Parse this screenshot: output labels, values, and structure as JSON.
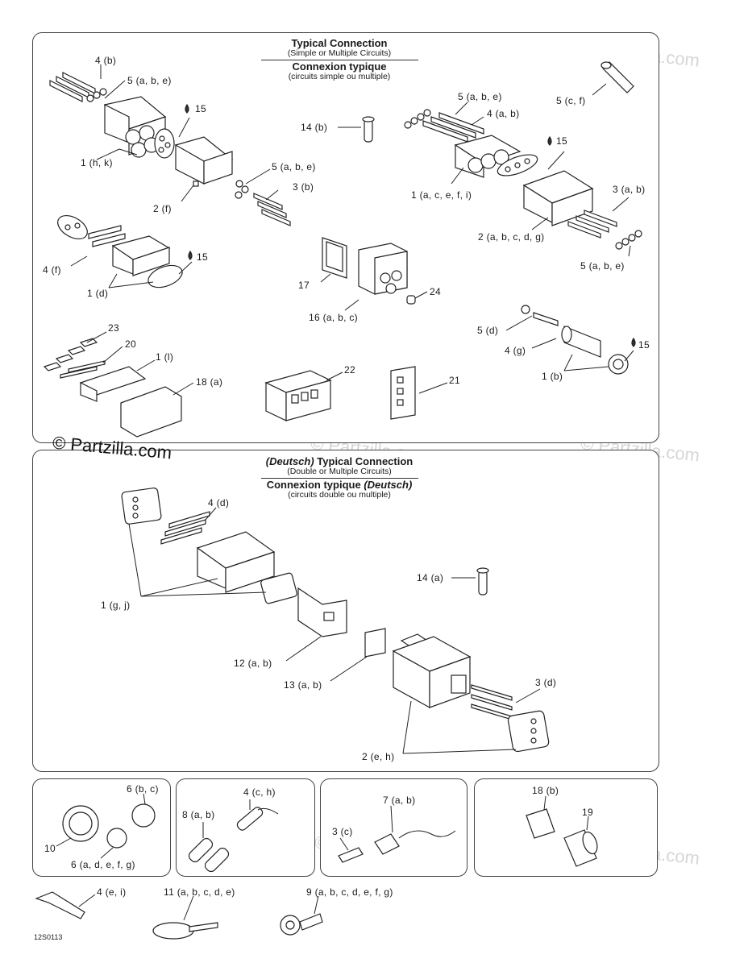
{
  "watermark": "© Partzilla.com",
  "panel1": {
    "title_en": "Typical Connection",
    "subtitle_en": "(Simple or Multiple Circuits)",
    "title_fr": "Connexion typique",
    "subtitle_fr": "(circuits simple ou multiple)",
    "labels": {
      "l4b": "4 (b)",
      "l5abe_1": "5 (a, b, e)",
      "l15_1": "15",
      "l1hk": "1 (h, k)",
      "l2f": "2 (f)",
      "l5abe_2": "5 (a, b, e)",
      "l3b": "3 (b)",
      "l14b": "14 (b)",
      "l5cf": "5 (c, f)",
      "l5abe_3": "5 (a, b, e)",
      "l4ab": "4 (a, b)",
      "l15_2": "15",
      "l1acefi": "1 (a, c, e, f, i)",
      "l3ab": "3 (a, b)",
      "l2abcdg": "2 (a, b, c, d, g)",
      "l5abe_4": "5 (a, b, e)",
      "l4f": "4 (f)",
      "l15_3": "15",
      "l1d": "1 (d)",
      "l17": "17",
      "l16abc": "16 (a, b, c)",
      "l24": "24",
      "l5d": "5 (d)",
      "l4g": "4 (g)",
      "l15_4": "15",
      "l1b": "1 (b)",
      "l23": "23",
      "l20": "20",
      "l1l": "1 (l)",
      "l18a": "18 (a)",
      "l22": "22",
      "l21": "21"
    }
  },
  "panel2": {
    "title_prefix": "(Deutsch)",
    "title_en": " Typical Connection",
    "subtitle_en": "(Double or Multiple Circuits)",
    "title_fr": "Connexion typique ",
    "title_fr_suffix": "(Deutsch)",
    "subtitle_fr": "(circuits double ou multiple)",
    "labels": {
      "l4d": "4 (d)",
      "l1gj": "1 (g, j)",
      "l14a": "14 (a)",
      "l12ab": "12 (a, b)",
      "l13ab": "13 (a, b)",
      "l3d": "3 (d)",
      "l2eh": "2 (e, h)"
    }
  },
  "panel3": {
    "labels": {
      "l6bc": "6 (b, c)",
      "l10": "10",
      "l6adefg": "6 (a, d, e, f, g)"
    }
  },
  "panel4": {
    "labels": {
      "l4ch": "4 (c, h)",
      "l8ab": "8 (a, b)"
    }
  },
  "panel5": {
    "labels": {
      "l7ab": "7 (a, b)",
      "l3c": "3 (c)"
    }
  },
  "panel6": {
    "labels": {
      "l18b": "18 (b)",
      "l19": "19"
    }
  },
  "bottom": {
    "labels": {
      "l4ei": "4 (e, i)",
      "l11": "11 (a, b, c, d, e)",
      "l9": "9 (a, b, c, d, e, f, g)"
    }
  },
  "figure_code": "12S0113"
}
